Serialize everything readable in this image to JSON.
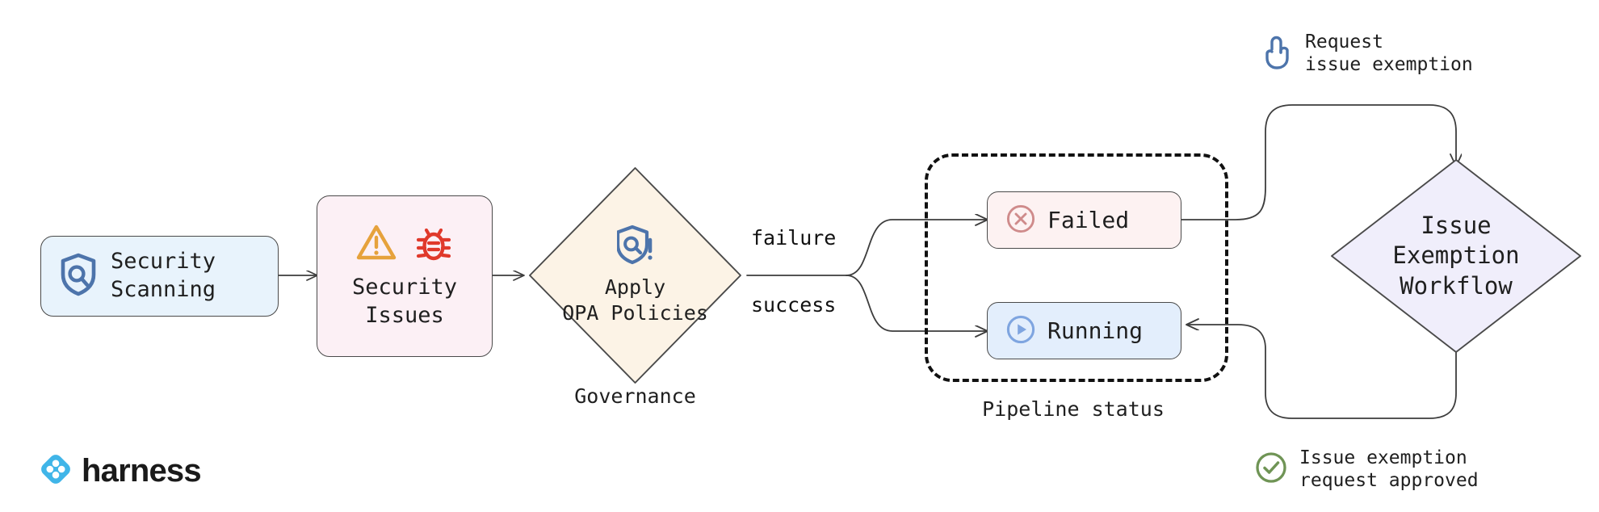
{
  "diagram": {
    "title": "Security scanning governance and issue exemption workflow",
    "brand": {
      "name": "harness",
      "logo_icon": "harness-diamond-logo",
      "color": "#40b5e8"
    }
  },
  "nodes": {
    "security_scanning": {
      "label": "Security\nScanning",
      "icon": "shield-search-icon",
      "fill": "#e8f3fc",
      "stroke": "#4a4a4a",
      "icon_color": "#4d74ab"
    },
    "security_issues": {
      "label": "Security\nIssues",
      "icons": [
        "warning-triangle-icon",
        "bug-icon"
      ],
      "fill": "#fcf0f5",
      "stroke": "#4a4a4a",
      "warning_color": "#e3a council",
      "warning_hex": "#e6a23c",
      "bug_hex": "#e0392b"
    },
    "apply_opa_policies": {
      "label": "Apply\nOPA Policies",
      "icon": "shield-alert-icon",
      "fill": "#fcf3e6",
      "stroke": "#4a4a4a",
      "icon_color": "#4d74ab",
      "caption": "Governance"
    },
    "failed": {
      "label": "Failed",
      "icon": "x-circle-icon",
      "fill": "#fdf2f2",
      "stroke": "#4a4a4a",
      "icon_color": "#cf8b8b"
    },
    "running": {
      "label": "Running",
      "icon": "play-circle-icon",
      "fill": "#e3eefc",
      "stroke": "#4a4a4a",
      "icon_color": "#7fa5e0"
    },
    "pipeline_status_group": {
      "caption": "Pipeline status"
    },
    "issue_exemption_workflow": {
      "label": "Issue\nExemption\nWorkflow",
      "fill": "#f0eefb",
      "stroke": "#4a4a4a"
    }
  },
  "edge_labels": {
    "failure": "failure",
    "success": "success"
  },
  "annotations": [
    {
      "id": "request-exemption",
      "icon": "click-hand-icon",
      "icon_color": "#4d74ab",
      "text": "Request\nissue exemption"
    },
    {
      "id": "exemption-approved",
      "icon": "check-circle-icon",
      "icon_color": "#6f9455",
      "text": "Issue exemption\nrequest approved"
    }
  ]
}
